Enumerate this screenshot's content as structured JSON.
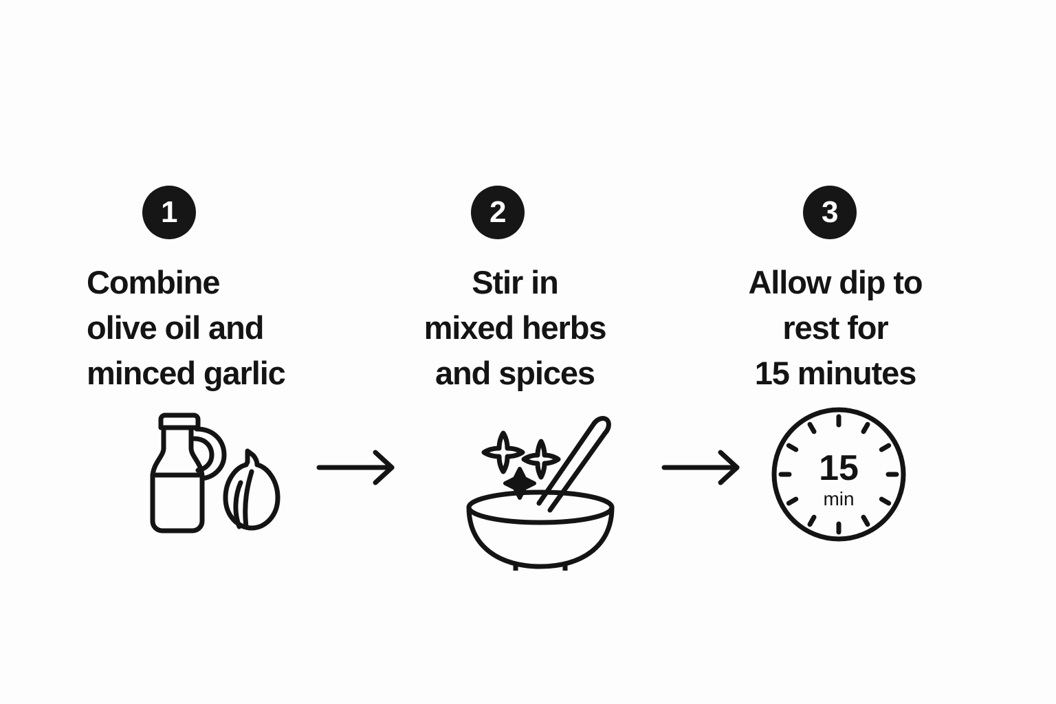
{
  "page": {
    "kind": "recipe-step-infographic",
    "background_color": "#fdfdfd",
    "ink_color": "#141414",
    "badge_color": "#161616",
    "badge_text_color": "#ffffff"
  },
  "steps": [
    {
      "number": "1",
      "title": "Combine\nolive oil and\nminced garlic",
      "align": "left",
      "icon": "olive-oil-bottle-and-garlic-icon"
    },
    {
      "number": "2",
      "title": "Stir in\nmixed herbs\nand spices",
      "align": "center",
      "icon": "mixing-bowl-with-spoon-and-spices-icon"
    },
    {
      "number": "3",
      "title": "Allow dip to\nrest for\n15 minutes",
      "align": "center",
      "icon": "timer-clock-icon"
    }
  ],
  "connectors": [
    {
      "name": "arrow-step1-to-step2",
      "direction": "right"
    },
    {
      "name": "arrow-step2-to-step3",
      "direction": "right"
    }
  ],
  "timer": {
    "value": "15",
    "unit": "min",
    "tick_count": 12
  }
}
